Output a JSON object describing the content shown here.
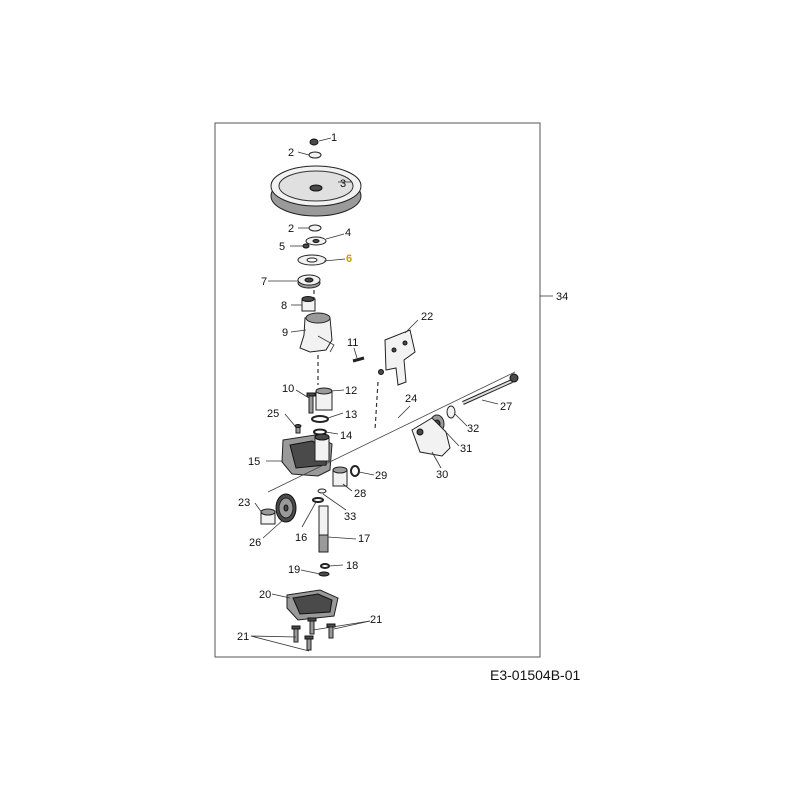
{
  "reference_code": "E3-01504B-01",
  "highlight_color": "#c8a000",
  "callouts": [
    {
      "id": "1",
      "label": "1"
    },
    {
      "id": "2a",
      "label": "2"
    },
    {
      "id": "3",
      "label": "3"
    },
    {
      "id": "2b",
      "label": "2"
    },
    {
      "id": "4",
      "label": "4"
    },
    {
      "id": "5",
      "label": "5"
    },
    {
      "id": "6",
      "label": "6",
      "highlighted": true
    },
    {
      "id": "7",
      "label": "7"
    },
    {
      "id": "8",
      "label": "8"
    },
    {
      "id": "9",
      "label": "9"
    },
    {
      "id": "11",
      "label": "11"
    },
    {
      "id": "22",
      "label": "22"
    },
    {
      "id": "34",
      "label": "34"
    },
    {
      "id": "10",
      "label": "10"
    },
    {
      "id": "12",
      "label": "12"
    },
    {
      "id": "24",
      "label": "24"
    },
    {
      "id": "27",
      "label": "27"
    },
    {
      "id": "13",
      "label": "13"
    },
    {
      "id": "25",
      "label": "25"
    },
    {
      "id": "14",
      "label": "14"
    },
    {
      "id": "32",
      "label": "32"
    },
    {
      "id": "31",
      "label": "31"
    },
    {
      "id": "15",
      "label": "15"
    },
    {
      "id": "29",
      "label": "29"
    },
    {
      "id": "30",
      "label": "30"
    },
    {
      "id": "28",
      "label": "28"
    },
    {
      "id": "23",
      "label": "23"
    },
    {
      "id": "33",
      "label": "33"
    },
    {
      "id": "26",
      "label": "26"
    },
    {
      "id": "16",
      "label": "16"
    },
    {
      "id": "17",
      "label": "17"
    },
    {
      "id": "19",
      "label": "19"
    },
    {
      "id": "18",
      "label": "18"
    },
    {
      "id": "20",
      "label": "20"
    },
    {
      "id": "21a",
      "label": "21"
    },
    {
      "id": "21b",
      "label": "21"
    }
  ]
}
